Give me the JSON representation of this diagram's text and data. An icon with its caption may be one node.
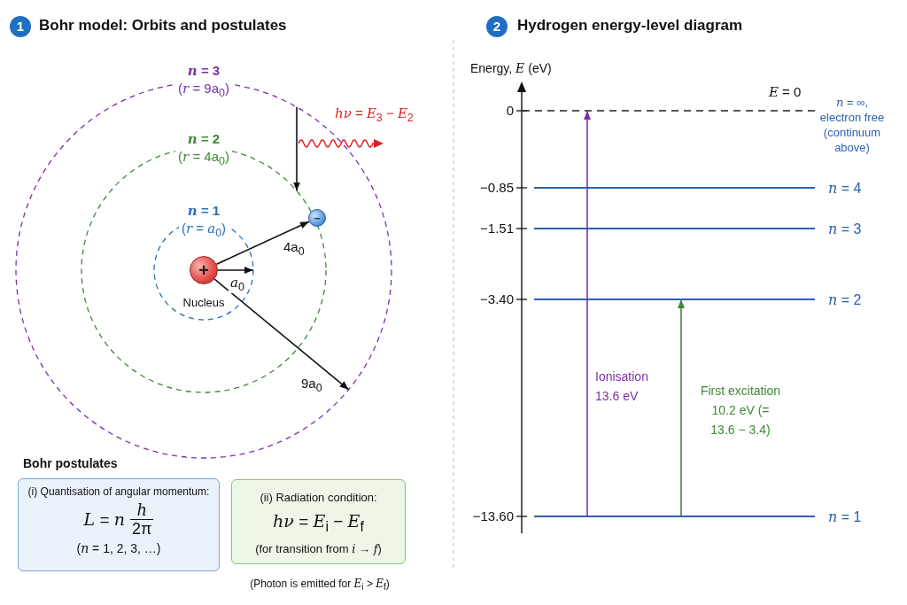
{
  "diagram": {
    "nodes": [
      {
        "text": [
          "*n* = 3",
          "(*r* = 9a$_{0}$)"
        ]
      },
      {
        "text": [
          "*n* = 2",
          "(*r* = 4a$_{0}$)"
        ],
        "in": 0
      },
      {
        "text": [
          "*n* = 1",
          "(*r* = *a*$_{0}$)"
        ],
        "in": 1
      },
      {
        "text": [
          "+"
        ],
        "beside": [
          "Nucleus"
        ],
        "in": 2
      },
      {
        "text": [
          "−"
        ],
        "in": 0
      },
      {
        "text": [
          "(i) Quantisation of angular momentum:",
          "*L* = *n*",
          "*h*",
          "2π",
          "(*n* = 1, 2, 3, …)"
        ]
      },
      {
        "text": [
          "(ii) Radiation condition:",
          "*hν* = *E*$_{i}$ − *E*$_{f}$",
          "(for transition from *i* → *f*)"
        ],
        "beside": [
          "(Photon is emitted for *E*$_{i}$ > *E*$_{f}$)"
        ]
      },
      {
        "text": [
          "*E* = 0",
          "*n* = ∞, electron free (continuum above)"
        ]
      },
      {
        "text": [
          "*n* = 4"
        ]
      },
      {
        "text": [
          "*n* = 3"
        ]
      },
      {
        "text": [
          "*n* = 2"
        ]
      },
      {
        "text": [
          "*n* = 1"
        ]
      }
    ],
    "edges": [
      {
        "from": 3,
        "to": 2,
        "arrow": "to",
        "label": "*a*$_{0}$"
      },
      {
        "from": 3,
        "to": 4,
        "arrow": "to",
        "label": "4a$_{0}$"
      },
      {
        "from": 3,
        "to": 0,
        "arrow": "to",
        "label": "9a$_{0}$"
      },
      {
        "from": 0,
        "to": 1,
        "arrow": "to"
      },
      {
        "from": 11,
        "to": 7,
        "arrow": "to",
        "label": "Ionisation 13.6 eV",
        "color": "#7b2fa8"
      },
      {
        "from": 11,
        "to": 10,
        "arrow": "to",
        "label": "First excitation 10.2 eV (= 13.6 − 3.4)",
        "color": "#3d8a35"
      }
    ],
    "labels": [
      "1",
      "Bohr model: Orbits and postulates",
      "2",
      "Hydrogen energy-level diagram",
      "*hν* = *E*$_{3}$ − *E*$_{2}$",
      "Bohr postulates",
      "Energy, *E* (eV)",
      "0",
      "−0.85",
      "−1.51",
      "−3.40",
      "−13.60"
    ]
  }
}
